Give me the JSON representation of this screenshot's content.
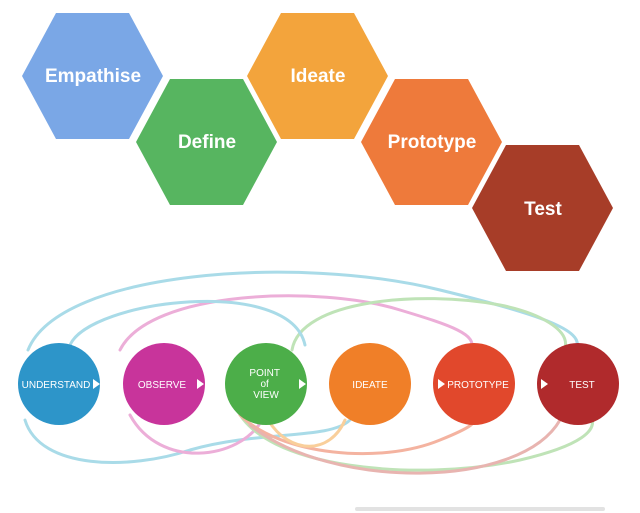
{
  "hexagons": [
    {
      "label": "Empathise",
      "color": "#7aa7e6"
    },
    {
      "label": "Define",
      "color": "#57b560"
    },
    {
      "label": "Ideate",
      "color": "#f3a43c"
    },
    {
      "label": "Prototype",
      "color": "#ee7a3b"
    },
    {
      "label": "Test",
      "color": "#a73d28"
    }
  ],
  "circles": [
    {
      "label": "UNDERSTAND",
      "color": "#2d95c9"
    },
    {
      "label": "OBSERVE",
      "color": "#c8349b"
    },
    {
      "label": "POINT of VIEW",
      "lines": [
        "POINT",
        "of",
        "VIEW"
      ],
      "color": "#4cae49"
    },
    {
      "label": "IDEATE",
      "color": "#f07f28"
    },
    {
      "label": "PROTOTYPE",
      "color": "#e1482c"
    },
    {
      "label": "TEST",
      "color": "#b02a2c"
    }
  ],
  "loop_colors": {
    "understand": "#a9dbe8",
    "observe": "#ecaed8",
    "point_of_view": "#bfe3b7",
    "ideate": "#f9cf9b",
    "prototype": "#f4b3a0",
    "test": "#e8b4b0"
  }
}
